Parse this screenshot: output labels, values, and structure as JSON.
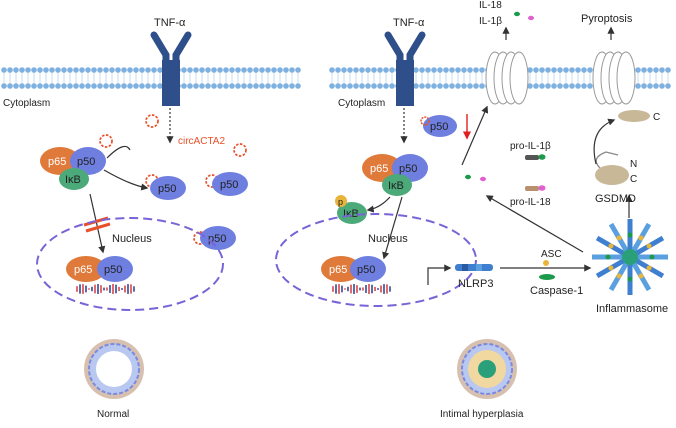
{
  "colors": {
    "membrane_head": "#7eb0e0",
    "membrane_tail": "#c9ddf0",
    "receptor": "#2e4f8a",
    "p65": "#e07a3a",
    "p50": "#6e7fe0",
    "ikb": "#4caa7a",
    "p_badge": "#e8b43a",
    "circ": "#e8502a",
    "nucleus": "#7a63d6",
    "dna_a": "#2a3a8a",
    "dna_b": "#d43a3a",
    "arrow": "#333333",
    "red_arrow": "#e02020",
    "il18_dot": "#1a9a4a",
    "il1b_dot": "#e060d0",
    "gsdmd": "#c8b898"
  },
  "left": {
    "tnf": "TNF-α",
    "cytoplasm": "Cytoplasm",
    "circ": "circACTA2",
    "p65": "p65",
    "p50": "p50",
    "ikb": "IκB",
    "nucleus": "Nucleus",
    "caption": "Normal"
  },
  "right": {
    "tnf": "TNF-α",
    "cytoplasm": "Cytoplasm",
    "p65": "p65",
    "p50": "p50",
    "ikb": "IκB",
    "p": "p",
    "nucleus": "Nucleus",
    "il18": "IL-18",
    "il1b": "IL-1β",
    "pyroptosis": "Pyroptosis",
    "pro_il1b": "pro-IL-1β",
    "pro_il18": "pro-IL-18",
    "n": "N",
    "c": "C",
    "gsdmd": "GSDMD",
    "asc": "ASC",
    "nlrp3": "NLRP3",
    "caspase": "Caspase-1",
    "inflammasome": "Inflammasome",
    "caption": "Intimal hyperplasia"
  }
}
